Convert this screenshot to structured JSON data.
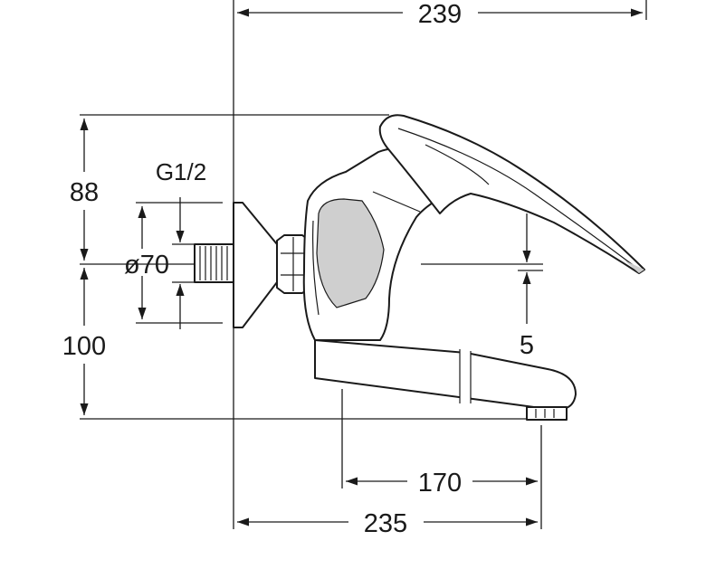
{
  "dimensions": {
    "overall_length": "239",
    "base_length": "235",
    "spout_reach": "170",
    "lever_height": "88",
    "outlet_height": "100",
    "lever_clearance": "5",
    "thread": "G1/2",
    "flange_diameter": "ø70"
  }
}
